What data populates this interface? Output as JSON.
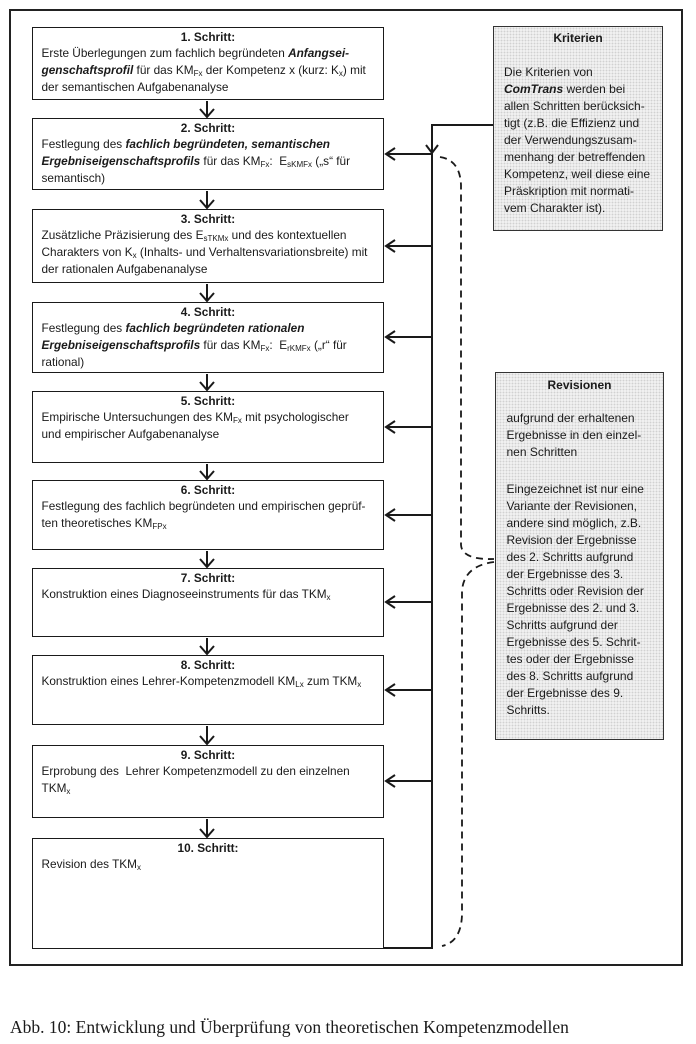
{
  "steps": [
    {
      "title": "1. Schritt:",
      "lines": [
        [
          {
            "t": "Erste Überlegungen zum fachlich begründeten "
          },
          {
            "t": "Anfangsei-",
            "bold": true,
            "italic": true
          }
        ],
        [
          {
            "t": "genschaftsprofil",
            "bold": true,
            "italic": true
          },
          {
            "t": " für das KM"
          },
          {
            "t": "Fx",
            "sub": true
          },
          {
            "t": " der Kompetenz x (kurz: K"
          },
          {
            "t": "x",
            "sub": true
          },
          {
            "t": ") mit"
          }
        ],
        "der semantischen Aufgabenanalyse"
      ]
    },
    {
      "title": "2. Schritt:",
      "lines": [
        [
          {
            "t": "Festlegung des "
          },
          {
            "t": "fachlich begründeten, semantischen",
            "bold": true,
            "italic": true
          }
        ],
        [
          {
            "t": "Ergebniseigenschaftsprofils",
            "bold": true,
            "italic": true
          },
          {
            "t": " für das KM"
          },
          {
            "t": "Fx",
            "sub": true
          },
          {
            "t": ":  E"
          },
          {
            "t": "sKMFx",
            "sub": true
          },
          {
            "t": " („s“ für"
          }
        ],
        "semantisch)"
      ]
    },
    {
      "title": "3. Schritt:",
      "lines": [
        [
          {
            "t": "Zusätzliche Präzisierung des E"
          },
          {
            "t": "sTKMx",
            "sub": true
          },
          {
            "t": " und des kontextuellen"
          }
        ],
        [
          {
            "t": "Charakters von K"
          },
          {
            "t": "x",
            "sub": true
          },
          {
            "t": " (Inhalts- und Verhaltensvariationsbreite) mit"
          }
        ],
        "der rationalen Aufgabenanalyse"
      ]
    },
    {
      "title": "4. Schritt:",
      "lines": [
        [
          {
            "t": "Festlegung des "
          },
          {
            "t": "fachlich begründeten rationalen",
            "bold": true,
            "italic": true
          }
        ],
        [
          {
            "t": "Ergebniseigenschaftsprofils",
            "bold": true,
            "italic": true
          },
          {
            "t": " für das KM"
          },
          {
            "t": "Fx",
            "sub": true
          },
          {
            "t": ":  E"
          },
          {
            "t": "rKMFx",
            "sub": true
          },
          {
            "t": " („r“ für"
          }
        ],
        "rational)"
      ]
    },
    {
      "title": "5. Schritt:",
      "lines": [
        [
          {
            "t": "Empirische Untersuchungen des KM"
          },
          {
            "t": "Fx",
            "sub": true
          },
          {
            "t": " mit psychologischer"
          }
        ],
        "und empirischer Aufgabenanalyse"
      ]
    },
    {
      "title": "6. Schritt:",
      "lines": [
        "Festlegung des fachlich begründeten und empirischen geprüf-",
        [
          {
            "t": "ten theoretisches KM"
          },
          {
            "t": "FPx",
            "sub": true
          }
        ]
      ]
    },
    {
      "title": "7. Schritt:",
      "lines": [
        [
          {
            "t": "Konstruktion eines Diagnoseeinstruments für das TKM"
          },
          {
            "t": "x",
            "sub": true
          }
        ]
      ]
    },
    {
      "title": "8. Schritt:",
      "lines": [
        [
          {
            "t": "Konstruktion eines Lehrer-Kompetenzmodell KM"
          },
          {
            "t": "Lx",
            "sub": true
          },
          {
            "t": " zum TKM"
          },
          {
            "t": "x",
            "sub": true
          }
        ]
      ]
    },
    {
      "title": "9. Schritt:",
      "lines": [
        "Erprobung des  Lehrer Kompetenzmodell zu den einzelnen",
        [
          {
            "t": "TKM"
          },
          {
            "t": "x",
            "sub": true
          }
        ]
      ]
    },
    {
      "title": "10. Schritt:",
      "lines": [
        [
          {
            "t": "Revision des TKM"
          },
          {
            "t": "x",
            "sub": true
          }
        ]
      ]
    }
  ],
  "kriterien": {
    "title": "Kriterien",
    "lines": [
      "Die Kriterien von",
      [
        {
          "t": "ComTrans",
          "bold": true,
          "italic": true
        },
        {
          "t": " werden bei"
        }
      ],
      "allen Schritten berücksich-",
      "tigt (z.B. die Effizienz und",
      "der Verwendungszusam-",
      "menhang der betreffenden",
      "Kompetenz, weil diese eine",
      "Präskription mit normati-",
      "vem Charakter ist)."
    ]
  },
  "revisionen": {
    "title": "Revisionen",
    "paragraphs": [
      {
        "lines": [
          "aufgrund der erhaltenen",
          "Ergebnisse in den einzel-",
          "nen Schritten"
        ]
      },
      {
        "lines": [
          "Eingezeichnet ist nur eine",
          "Variante der Revisionen,",
          "andere sind möglich, z.B.",
          "Revision der Ergebnisse",
          "des 2. Schritts aufgrund",
          "der Ergebnisse des 3.",
          "Schritts oder Revision der",
          "Ergebnisse des 2. und 3.",
          "Schritts aufgrund der",
          "Ergebnisse des 5. Schrit-",
          "tes oder der Ergebnisse",
          "des 8. Schritts aufgrund",
          "der Ergebnisse des 9.",
          "Schritts."
        ]
      }
    ]
  },
  "caption": "Abb. 10: Entwicklung und Überprüfung von theoretischen Kompetenzmodellen"
}
